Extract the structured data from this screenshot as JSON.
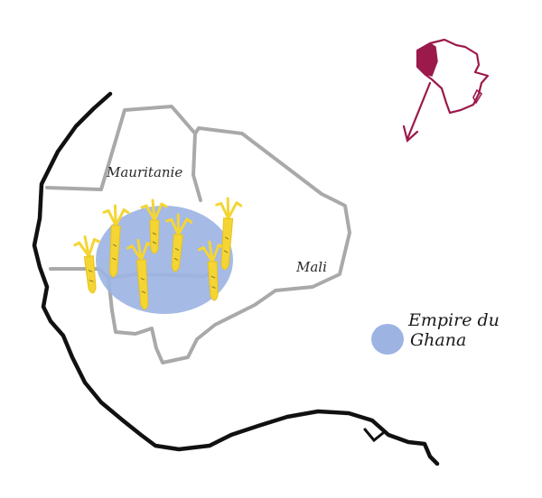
{
  "labels": {
    "mauritania": "Mauritanie",
    "mali": "Mali"
  },
  "legend": {
    "label_line1": "Empire du",
    "label_line2": "Ghana",
    "swatch_color": "#9db4e3"
  },
  "colors": {
    "coast": "#111111",
    "borders": "#a9a9a9",
    "empire": "#9db4e3",
    "gold": "#f4d534",
    "africa_outline": "#9b1a4b",
    "africa_highlight": "#9b1a4b"
  },
  "icons": {
    "gold": "gold-nugget-icon",
    "inset": "africa-locator-icon"
  }
}
